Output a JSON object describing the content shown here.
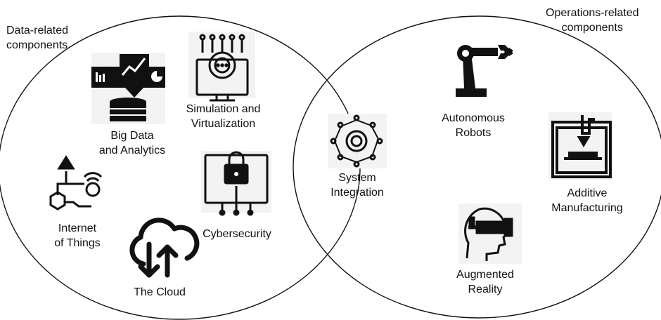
{
  "groups": {
    "data": {
      "line1": "Data-related",
      "line2": "components"
    },
    "operations": {
      "line1": "Operations-related",
      "line2": "components"
    }
  },
  "components": {
    "big_data": {
      "line1": "Big Data",
      "line2": "and Analytics",
      "icon": "big-data-analytics-icon"
    },
    "simulation": {
      "line1": "Simulation and",
      "line2": "Virtualization",
      "icon": "simulation-virtualization-icon"
    },
    "iot": {
      "line1": "Internet",
      "line2": "of Things",
      "icon": "internet-of-things-icon"
    },
    "cybersecurity": {
      "line1": "Cybersecurity",
      "icon": "cybersecurity-lock-icon"
    },
    "cloud": {
      "line1": "The Cloud",
      "icon": "cloud-upload-download-icon"
    },
    "system_integration": {
      "line1": "System",
      "line2": "Integration",
      "icon": "system-integration-gear-icon"
    },
    "robots": {
      "line1": "Autonomous",
      "line2": "Robots",
      "icon": "robot-arm-icon"
    },
    "additive": {
      "line1": "Additive",
      "line2": "Manufacturing",
      "icon": "3d-printer-icon"
    },
    "ar": {
      "line1": "Augmented",
      "line2": "Reality",
      "icon": "vr-headset-icon"
    }
  },
  "colors": {
    "stroke": "#111111",
    "background": "#ffffff",
    "icon_tile": "#f2f2f2"
  }
}
